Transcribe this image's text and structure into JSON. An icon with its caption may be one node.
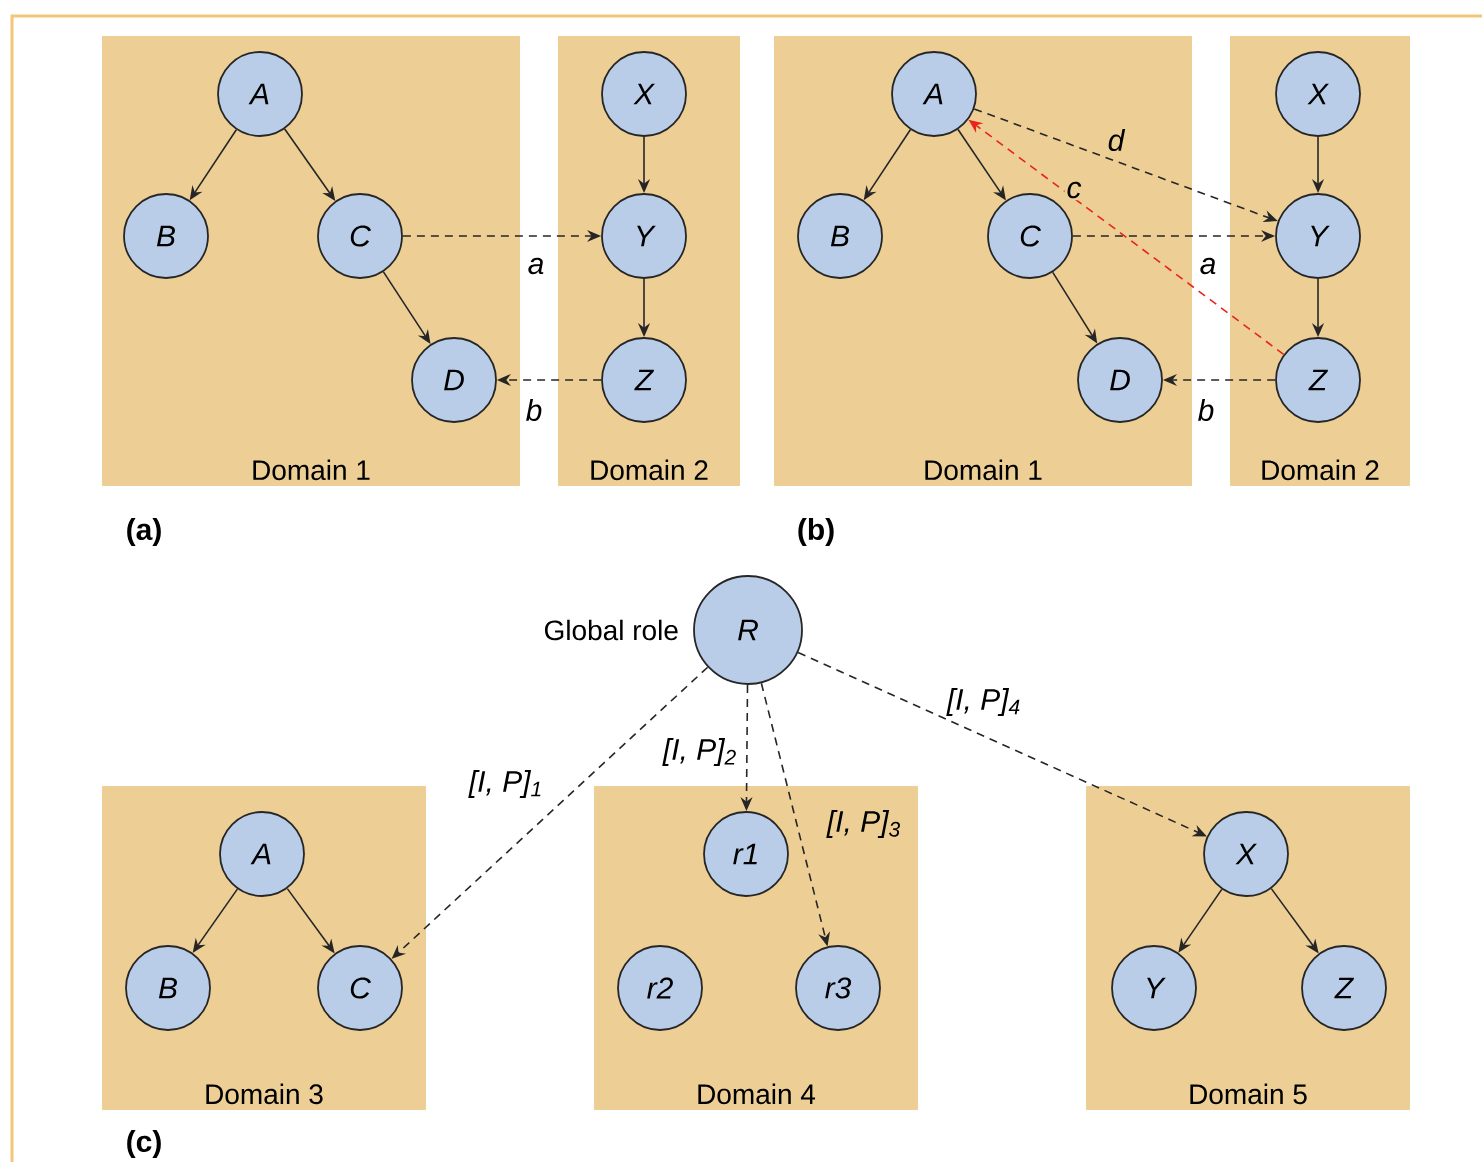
{
  "diagram": {
    "nodes": [
      {
        "text": [
          "Domain 1"
        ]
      },
      {
        "text": [
          "A"
        ],
        "in": 0
      },
      {
        "text": [
          "B"
        ],
        "in": 0
      },
      {
        "text": [
          "C"
        ],
        "in": 0
      },
      {
        "text": [
          "D"
        ],
        "in": 0
      },
      {
        "text": [
          "Domain 2"
        ]
      },
      {
        "text": [
          "X"
        ],
        "in": 5
      },
      {
        "text": [
          "Y"
        ],
        "in": 5
      },
      {
        "text": [
          "Z"
        ],
        "in": 5
      },
      {
        "text": [
          "Domain 1"
        ]
      },
      {
        "text": [
          "A"
        ],
        "in": 9
      },
      {
        "text": [
          "B"
        ],
        "in": 9
      },
      {
        "text": [
          "C"
        ],
        "in": 9
      },
      {
        "text": [
          "D"
        ],
        "in": 9
      },
      {
        "text": [
          "Domain 2"
        ]
      },
      {
        "text": [
          "X"
        ],
        "in": 14
      },
      {
        "text": [
          "Y"
        ],
        "in": 14
      },
      {
        "text": [
          "Z"
        ],
        "in": 14
      },
      {
        "text": [
          "R"
        ],
        "beside": [
          "Global role"
        ]
      },
      {
        "text": [
          "Domain 3"
        ]
      },
      {
        "text": [
          "A"
        ],
        "in": 19
      },
      {
        "text": [
          "B"
        ],
        "in": 19
      },
      {
        "text": [
          "C"
        ],
        "in": 19
      },
      {
        "text": [
          "Domain 4"
        ]
      },
      {
        "text": [
          "r1"
        ],
        "in": 23
      },
      {
        "text": [
          "r2"
        ],
        "in": 23
      },
      {
        "text": [
          "r3"
        ],
        "in": 23
      },
      {
        "text": [
          "Domain 5"
        ]
      },
      {
        "text": [
          "X"
        ],
        "in": 27
      },
      {
        "text": [
          "Y"
        ],
        "in": 27
      },
      {
        "text": [
          "Z"
        ],
        "in": 27
      }
    ],
    "edges": [
      {
        "from": 1,
        "to": 2,
        "arrow": "to"
      },
      {
        "from": 1,
        "to": 3,
        "arrow": "to"
      },
      {
        "from": 3,
        "to": 4,
        "arrow": "to"
      },
      {
        "from": 6,
        "to": 7,
        "arrow": "to"
      },
      {
        "from": 7,
        "to": 8,
        "arrow": "to"
      },
      {
        "from": 3,
        "to": 7,
        "arrow": "to",
        "label": "a",
        "style": "dashed"
      },
      {
        "from": 8,
        "to": 4,
        "arrow": "to",
        "label": "b",
        "style": "dashed"
      },
      {
        "from": 10,
        "to": 11,
        "arrow": "to"
      },
      {
        "from": 10,
        "to": 12,
        "arrow": "to"
      },
      {
        "from": 12,
        "to": 13,
        "arrow": "to"
      },
      {
        "from": 15,
        "to": 16,
        "arrow": "to"
      },
      {
        "from": 16,
        "to": 17,
        "arrow": "to"
      },
      {
        "from": 12,
        "to": 16,
        "arrow": "to",
        "label": "a",
        "style": "dashed"
      },
      {
        "from": 17,
        "to": 13,
        "arrow": "to",
        "label": "b",
        "style": "dashed"
      },
      {
        "from": 10,
        "to": 16,
        "arrow": "to",
        "label": "d",
        "style": "dashed"
      },
      {
        "from": 17,
        "to": 10,
        "arrow": "to",
        "label": "c",
        "style": "dashed",
        "color": "#e8241c"
      },
      {
        "from": 18,
        "to": 22,
        "arrow": "to",
        "label": "[*I*, *P*]$_{1}$",
        "style": "dashed"
      },
      {
        "from": 18,
        "to": 24,
        "arrow": "to",
        "label": "[*I*, *P*]$_{2}$",
        "style": "dashed"
      },
      {
        "from": 18,
        "to": 26,
        "arrow": "to",
        "label": "[*I*, *P*]$_{3}$",
        "style": "dashed"
      },
      {
        "from": 18,
        "to": 28,
        "arrow": "to",
        "label": "[*I*, *P*]$_{4}$",
        "style": "dashed"
      },
      {
        "from": 20,
        "to": 21,
        "arrow": "to"
      },
      {
        "from": 20,
        "to": 22,
        "arrow": "to"
      },
      {
        "from": 28,
        "to": 29,
        "arrow": "to"
      },
      {
        "from": 28,
        "to": 30,
        "arrow": "to"
      }
    ],
    "labels": [
      "(a)",
      "(b)",
      "(c)"
    ]
  }
}
